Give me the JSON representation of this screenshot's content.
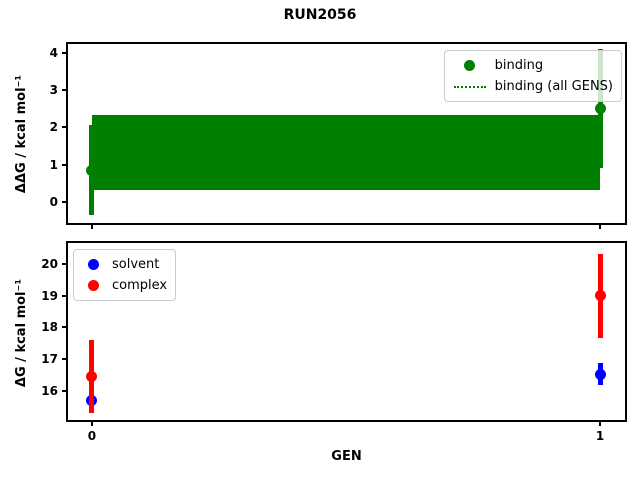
{
  "figure": {
    "title": "RUN2056",
    "background": "#ffffff"
  },
  "chart_data": [
    {
      "type": "scatter",
      "title": "",
      "xlabel": "",
      "ylabel": "ΔΔG / kcal mol⁻¹",
      "xlim": [
        -0.047,
        1.049
      ],
      "ylim": [
        -0.56,
        4.23
      ],
      "yticks": [
        0,
        1,
        2,
        3,
        4
      ],
      "xticks": [
        0,
        1
      ],
      "show_xtick_labels": false,
      "grid": false,
      "legend": {
        "position": "upper-right",
        "entries": [
          {
            "label": "binding",
            "marker": "dot",
            "color": "#008000"
          },
          {
            "label": "binding (all GENS)",
            "marker": "dotted-line",
            "color": "#008000"
          }
        ]
      },
      "series": [
        {
          "name": "binding",
          "color": "#008000",
          "marker": "circle",
          "points": [
            {
              "x": 0,
              "y": 0.85,
              "yerr": 1.2
            },
            {
              "x": 1,
              "y": 2.5,
              "yerr": 1.6
            }
          ]
        }
      ],
      "band": {
        "label": "binding (all GENS)",
        "color": "#008000",
        "x0": 0,
        "x1": 1,
        "y_low": 0.33,
        "y_high": 2.32
      }
    },
    {
      "type": "scatter",
      "title": "",
      "xlabel": "GEN",
      "ylabel": "ΔG / kcal mol⁻¹",
      "xlim": [
        -0.047,
        1.049
      ],
      "ylim": [
        15.07,
        20.67
      ],
      "yticks": [
        16,
        17,
        18,
        19,
        20
      ],
      "xticks": [
        0,
        1
      ],
      "show_xtick_labels": true,
      "grid": false,
      "legend": {
        "position": "upper-left",
        "entries": [
          {
            "label": "solvent",
            "marker": "dot",
            "color": "#0000ff"
          },
          {
            "label": "complex",
            "marker": "dot",
            "color": "#ff0000"
          }
        ]
      },
      "series": [
        {
          "name": "solvent",
          "color": "#0000ff",
          "marker": "circle",
          "points": [
            {
              "x": 0,
              "y": 15.7,
              "yerr": 0.27
            },
            {
              "x": 1,
              "y": 16.52,
              "yerr": 0.35
            }
          ]
        },
        {
          "name": "complex",
          "color": "#ff0000",
          "marker": "circle",
          "points": [
            {
              "x": 0,
              "y": 16.44,
              "yerr": 1.16
            },
            {
              "x": 1,
              "y": 19.0,
              "yerr": 1.33
            }
          ]
        }
      ]
    }
  ]
}
